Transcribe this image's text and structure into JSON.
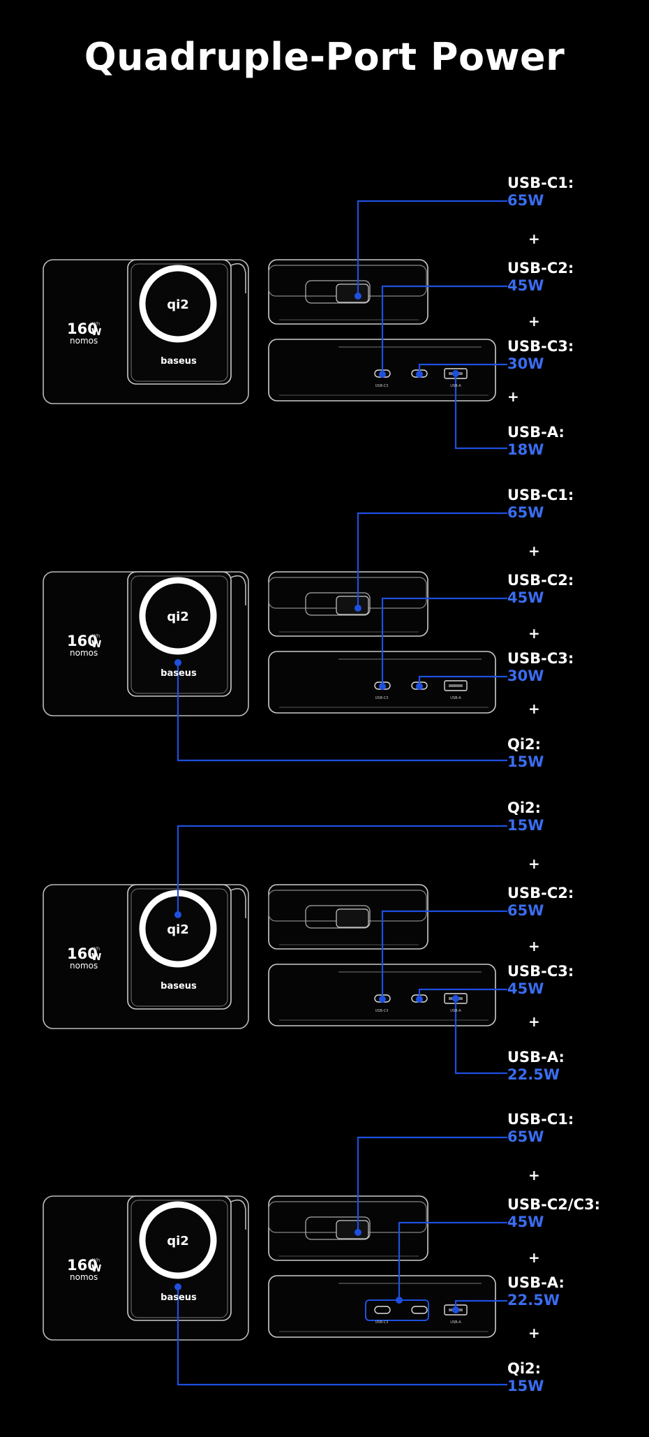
{
  "title": "Quadruple-Port Power",
  "colors": {
    "accent": "#3a6df0",
    "line": "#1e50e0",
    "background": "#000000",
    "outline": "#ffffff"
  },
  "device": {
    "capacity": "160",
    "unit": "W",
    "unit_small": "Wh",
    "brand": "nomos",
    "logo": "baseus",
    "qi": "qi2",
    "port_c3": "USB-C3",
    "port_a": "USB-A"
  },
  "configs": [
    {
      "ports": [
        {
          "name": "USB-C1:",
          "watt": "65W"
        },
        {
          "name": "USB-C2:",
          "watt": "45W"
        },
        {
          "name": "USB-C3:",
          "watt": "30W"
        },
        {
          "name": "USB-A:",
          "watt": "18W"
        }
      ]
    },
    {
      "ports": [
        {
          "name": "USB-C1:",
          "watt": "65W"
        },
        {
          "name": "USB-C2:",
          "watt": "45W"
        },
        {
          "name": "USB-C3:",
          "watt": "30W"
        },
        {
          "name": "Qi2:",
          "watt": "15W"
        }
      ]
    },
    {
      "ports": [
        {
          "name": "Qi2:",
          "watt": "15W"
        },
        {
          "name": "USB-C2:",
          "watt": "65W"
        },
        {
          "name": "USB-C3:",
          "watt": "45W"
        },
        {
          "name": "USB-A:",
          "watt": "22.5W"
        }
      ]
    },
    {
      "ports": [
        {
          "name": "USB-C1:",
          "watt": "65W"
        },
        {
          "name": "USB-C2/C3:",
          "watt": "45W"
        },
        {
          "name": "USB-A:",
          "watt": "22.5W"
        },
        {
          "name": "Qi2:",
          "watt": "15W"
        }
      ]
    }
  ],
  "plus_sign": "+"
}
